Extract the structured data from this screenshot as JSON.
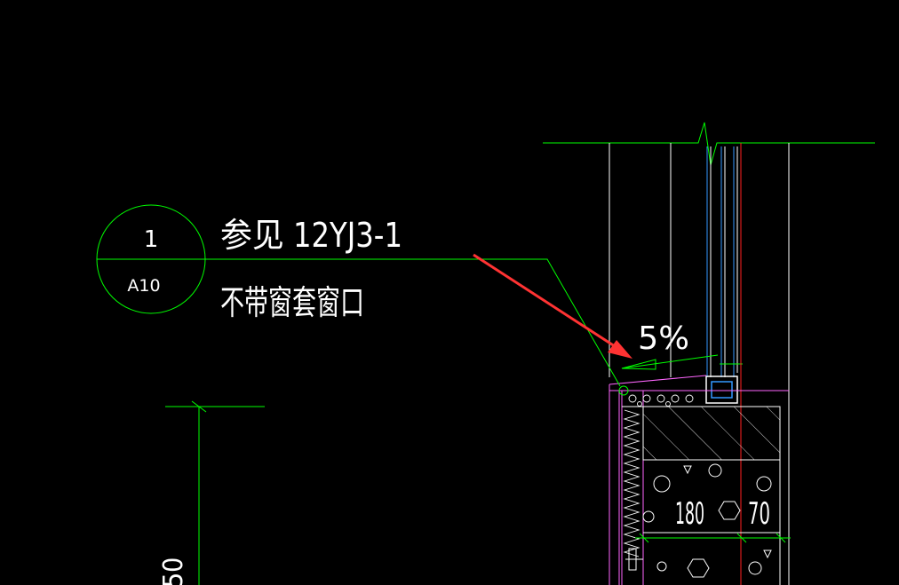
{
  "callout": {
    "detail_number": "1",
    "sheet_number": "A10",
    "reference_line1": "参见 12YJ3-1",
    "reference_line2": "不带窗套窗口"
  },
  "slope_label": "5%",
  "dimensions": {
    "wall_thickness": "180",
    "inner_layer": "70",
    "left_partial": "50"
  },
  "colors": {
    "background": "#000000",
    "leader": "#00ff00",
    "outline": "#ffffff",
    "insulation": "#ff66ff",
    "axis": "#ff2020",
    "window_frame": "#3399ff",
    "arrow": "#ff3333"
  }
}
